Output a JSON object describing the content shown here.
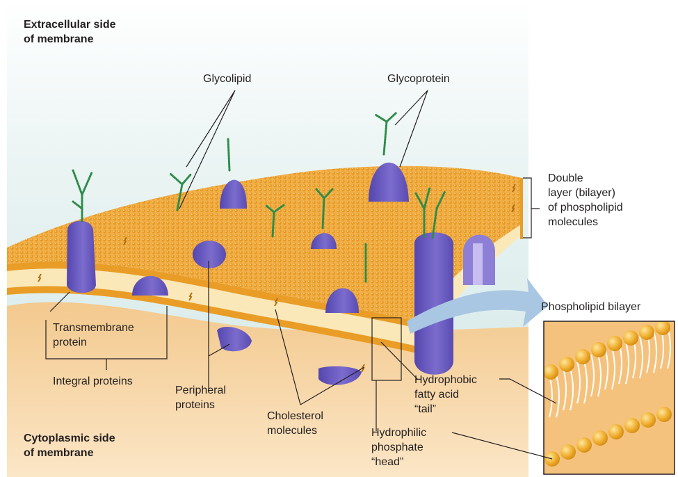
{
  "sides": {
    "extracellular": [
      "Extracellular side",
      "of membrane"
    ],
    "cytoplasmic": [
      "Cytoplasmic side",
      "of membrane"
    ]
  },
  "labels": {
    "glycolipid": "Glycolipid",
    "glycoprotein": "Glycoprotein",
    "bilayer_desc": [
      "Double",
      "layer (bilayer)",
      "of phospholipid",
      "molecules"
    ],
    "phospholipid_bilayer": "Phospholipid bilayer",
    "transmembrane_protein": [
      "Transmembrane",
      "protein"
    ],
    "integral_proteins": "Integral proteins",
    "peripheral_proteins": [
      "Peripheral",
      "proteins"
    ],
    "cholesterol_molecules": [
      "Cholesterol",
      "molecules"
    ],
    "hydrophobic_tail": [
      "Hydrophobic",
      "fatty acid",
      "“tail”"
    ],
    "hydrophilic_head": [
      "Hydrophilic",
      "phosphate",
      "“head”"
    ]
  },
  "colors": {
    "extracellular_fluid": "#d9ecec",
    "cytoplasm": "#f5d4a6",
    "membrane_head": "#f0a82e",
    "membrane_tail": "#fbe7b5",
    "protein": "#6e5fc1",
    "glyco_chain": "#3a9a54",
    "leader_line": "#231f20",
    "arrow": "#a9c7e2"
  }
}
